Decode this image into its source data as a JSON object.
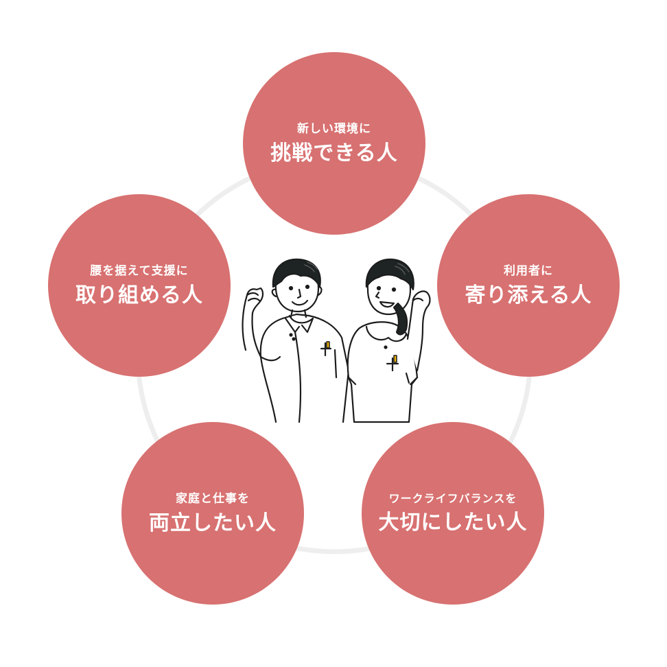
{
  "colors": {
    "bubble": "#d87171",
    "ring": "#eeeeee",
    "text": "#ffffff",
    "line": "#1c1c1c",
    "hair": "#1e2424",
    "accent": "#f0b400"
  },
  "illustration": {
    "icon": "two-care-workers-fist-pump-icon",
    "description": "Male and female care workers in white uniforms raising fists"
  },
  "bubbles": [
    {
      "id": "top",
      "sub": "新しい環境に",
      "main": "挑戦できる人"
    },
    {
      "id": "right",
      "sub": "利用者に",
      "main": "寄り添える人"
    },
    {
      "id": "bottom-right",
      "sub": "ワークライフバランスを",
      "main": "大切にしたい人"
    },
    {
      "id": "bottom-left",
      "sub": "家庭と仕事を",
      "main": "両立したい人"
    },
    {
      "id": "left",
      "sub": "腰を据えて支援に",
      "main": "取り組める人"
    }
  ]
}
